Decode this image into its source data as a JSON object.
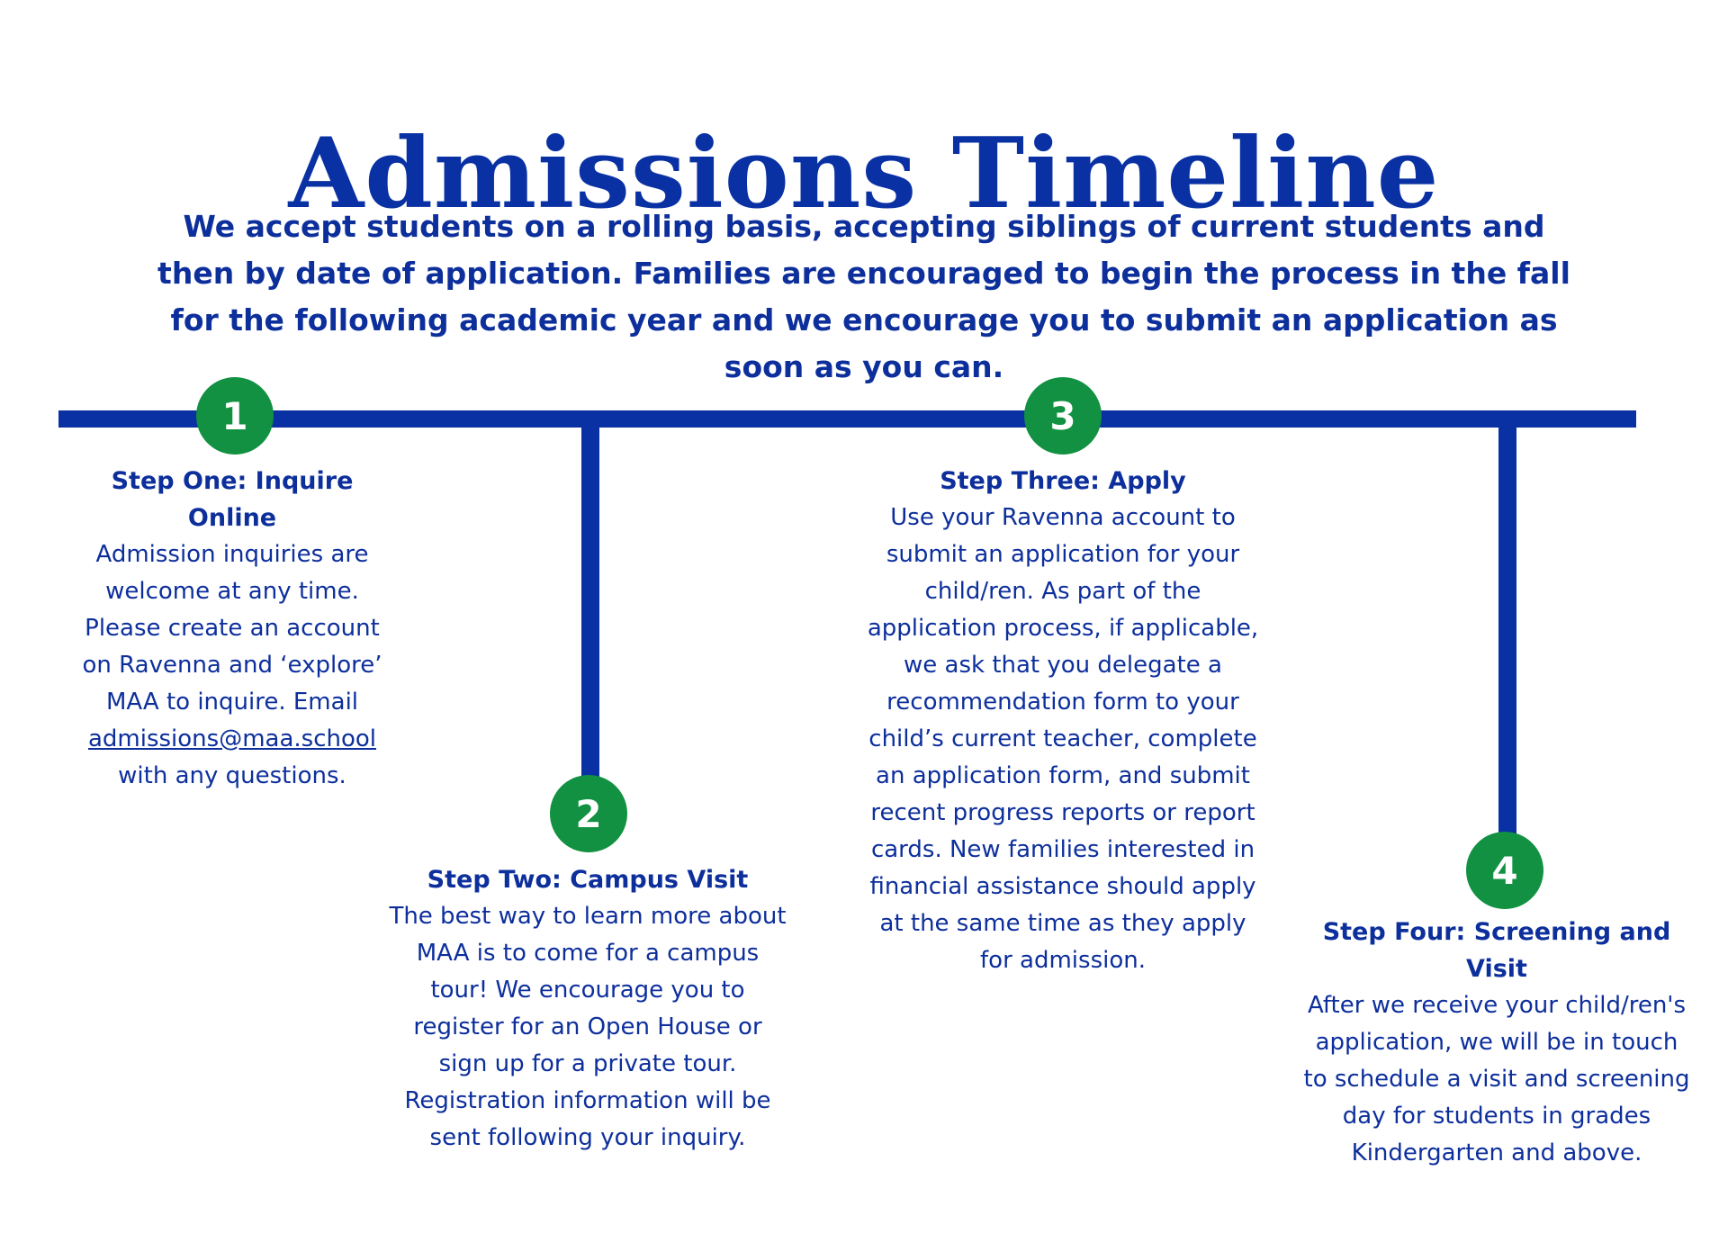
{
  "header": {
    "title": "Admissions Timeline",
    "intro": "We accept students on a rolling basis, accepting siblings of current students and then by date of application. Families are encouraged to begin the process in the fall for the following academic year and we encourage you to submit an application as soon as you can."
  },
  "colors": {
    "primary_blue": "#0a31a3",
    "step_green": "#119141",
    "background": "#ffffff"
  },
  "steps": [
    {
      "number": "1",
      "title": "Step One: Inquire Online",
      "body_before": "Admission inquiries are welcome at any time. Please create an account on Ravenna and ‘explore’ MAA to inquire. Email",
      "link_text": "admissions@maa.school",
      "body_after": "with any questions."
    },
    {
      "number": "2",
      "title": "Step Two: Campus Visit",
      "body": "The best way to learn more about MAA is to come for a campus tour! We encourage you to register for an Open House or sign up for a private tour. Registration information will be sent following your inquiry."
    },
    {
      "number": "3",
      "title": "Step Three: Apply",
      "body": "Use your Ravenna account to submit an application for your child/ren.  As part of the application process, if applicable, we ask that you delegate a recommendation form to your child’s current teacher, complete an application form, and submit recent progress reports or report cards. New families interested in financial assistance should apply at the same time as they apply for admission."
    },
    {
      "number": "4",
      "title": "Step Four: Screening and Visit",
      "body": "After we receive your child/ren's application, we will be in touch to schedule a visit and screening day for students in grades Kindergarten and above."
    }
  ]
}
